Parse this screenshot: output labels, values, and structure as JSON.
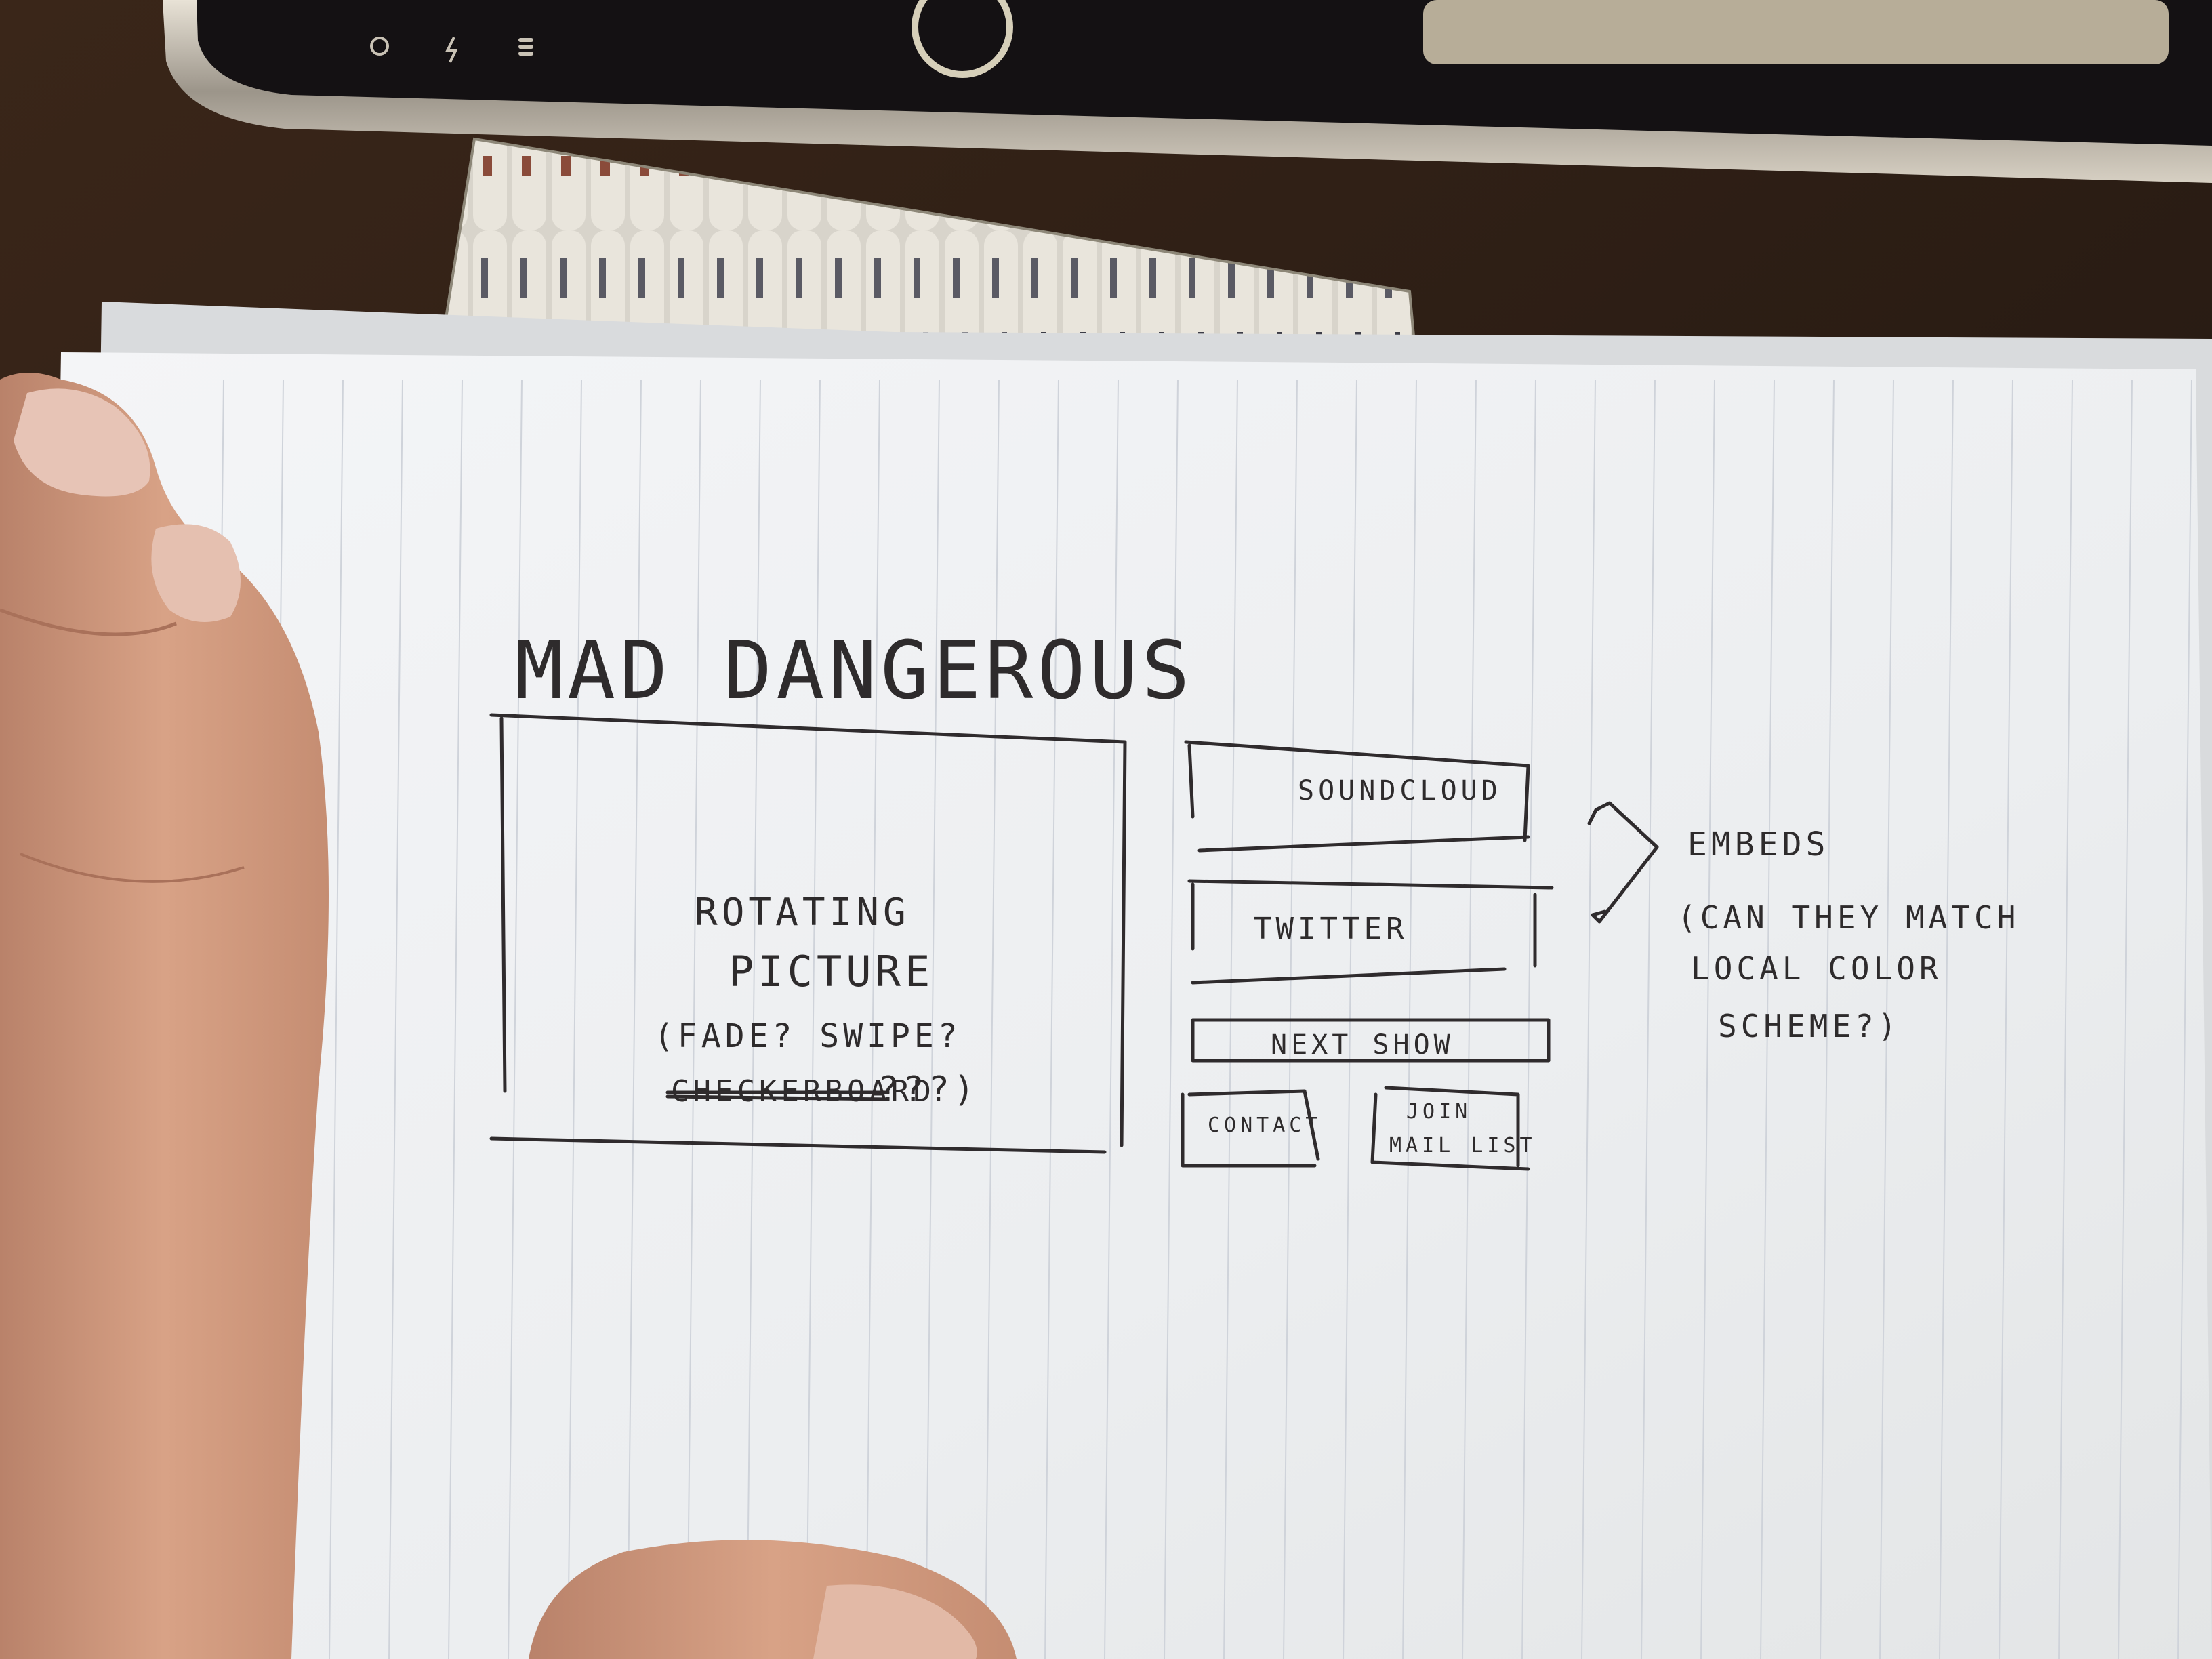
{
  "laptop": {
    "icons": [
      "power-icon",
      "bolt-icon",
      "stack-icon"
    ]
  },
  "sketch": {
    "title": "MAD DANGEROUS",
    "picture_box": {
      "line1": "ROTATING",
      "line2": "PICTURE",
      "line3": "(FADE? SWIPE?",
      "line4_struck": "CHECKERBOARD",
      "line4_tail": "???)"
    },
    "boxes": {
      "soundcloud": "SOUNDCLOUD",
      "twitter": "TWITTER",
      "next_show": "NEXT SHOW",
      "contact": "CONTACT",
      "join_line1": "JOIN",
      "join_line2": "MAIL LIST"
    },
    "note": {
      "line1": "EMBEDS",
      "line2": "(CAN THEY MATCH",
      "line3": "LOCAL COLOR",
      "line4": "SCHEME?)"
    }
  },
  "colors": {
    "paper": "#eef0f2",
    "ink": "#2e2b2c",
    "desk": "#2a1d15",
    "skin": "#d29a7e",
    "laptop_chrome": "#b9b2a6"
  }
}
